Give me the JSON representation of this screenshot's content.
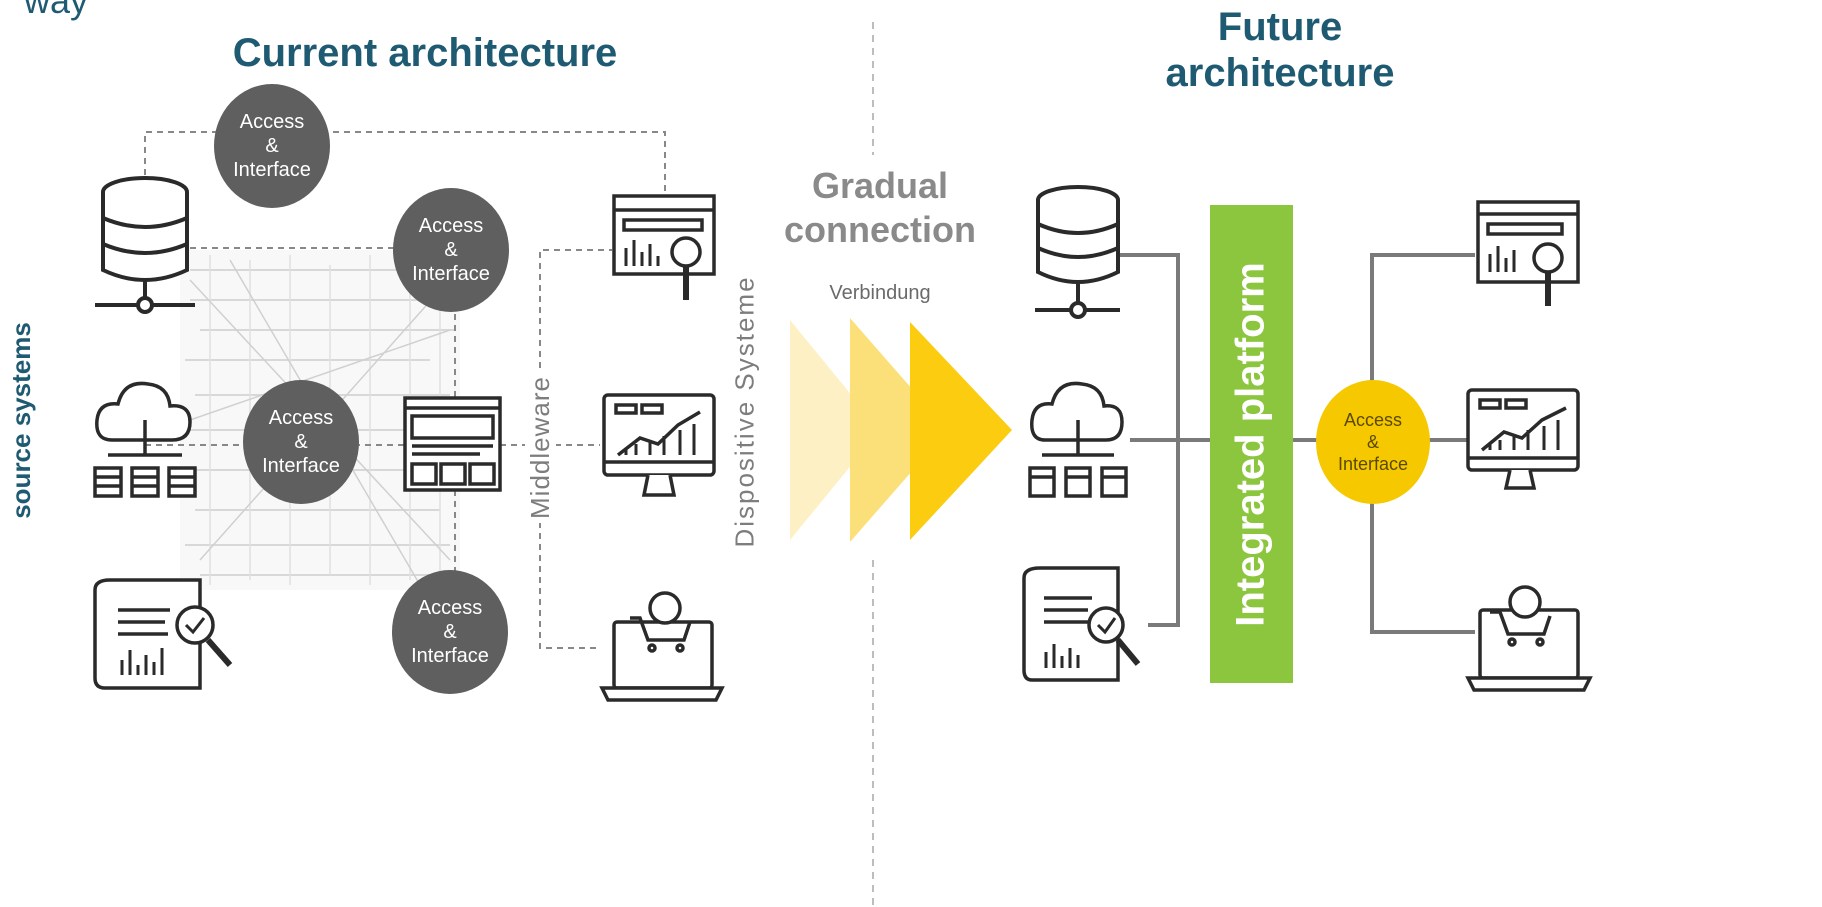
{
  "top_partial_text": "way",
  "side_label": "source systems",
  "current": {
    "title": "Current architecture",
    "bubbles": [
      {
        "line1": "Access",
        "line2": "&",
        "line3": "Interface"
      },
      {
        "line1": "Access",
        "line2": "&",
        "line3": "Interface"
      },
      {
        "line1": "Access",
        "line2": "&",
        "line3": "Interface"
      },
      {
        "line1": "Access",
        "line2": "&",
        "line3": "Interface"
      }
    ],
    "middleware_label": "Middleware",
    "dispositive_label": "Dispositive Systeme"
  },
  "transition": {
    "title_line1": "Gradual",
    "title_line2": "connection",
    "subtitle": "Verbindung"
  },
  "future": {
    "title_line1": "Future",
    "title_line2": "architecture",
    "platform_label": "Integrated platform",
    "bubble": {
      "line1": "Access",
      "line2": "&",
      "line3": "Interface"
    }
  },
  "colors": {
    "heading": "#1f5a73",
    "dark_bubble": "#5f5f5f",
    "yellow_bubble": "#f6c800",
    "platform": "#8cc63f",
    "arrow_light": "#fdf0c4",
    "arrow_mid": "#fbe07a",
    "arrow_strong": "#fbcc10"
  },
  "icons": [
    "database-server-icon",
    "cloud-server-icon",
    "report-search-icon",
    "analytics-window-icon",
    "monitor-chart-icon",
    "laptop-shop-icon",
    "web-layout-icon"
  ]
}
